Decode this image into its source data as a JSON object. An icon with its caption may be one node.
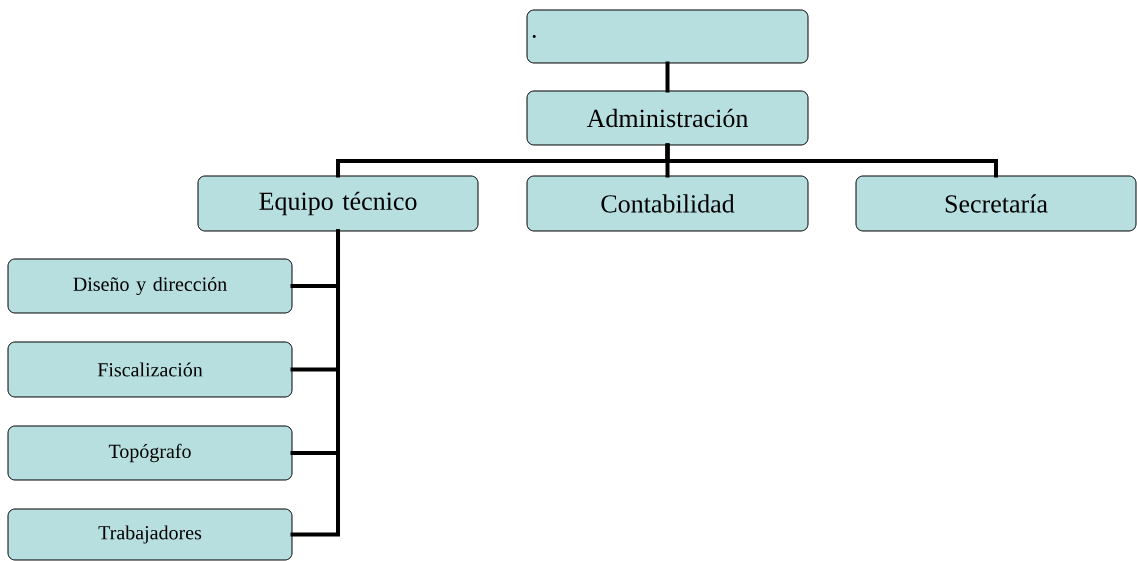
{
  "diagram": {
    "nodes": [
      {
        "text": [
          "."
        ]
      },
      {
        "text": [
          "Administración"
        ]
      },
      {
        "text": [
          "Equipo técnico"
        ]
      },
      {
        "text": [
          "Contabilidad"
        ]
      },
      {
        "text": [
          "Secretaría"
        ]
      },
      {
        "text": [
          "Diseño y dirección"
        ]
      },
      {
        "text": [
          "Fiscalización"
        ]
      },
      {
        "text": [
          "Topógrafo"
        ]
      },
      {
        "text": [
          "Trabajadores"
        ]
      }
    ],
    "edges": [
      {
        "from": 0,
        "to": 1,
        "arrow": "none"
      },
      {
        "from": 1,
        "to": 2,
        "arrow": "none"
      },
      {
        "from": 1,
        "to": 3,
        "arrow": "none"
      },
      {
        "from": 1,
        "to": 4,
        "arrow": "none"
      },
      {
        "from": 2,
        "to": 5,
        "arrow": "none"
      },
      {
        "from": 2,
        "to": 6,
        "arrow": "none"
      },
      {
        "from": 2,
        "to": 7,
        "arrow": "none"
      },
      {
        "from": 2,
        "to": 8,
        "arrow": "none"
      }
    ]
  }
}
